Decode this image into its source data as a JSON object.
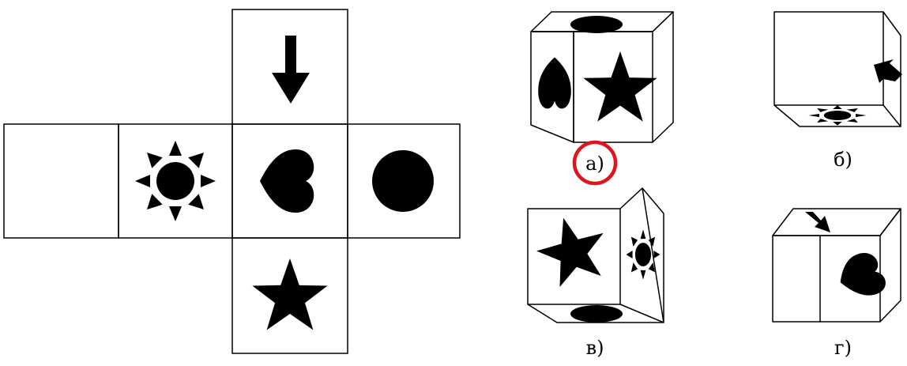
{
  "net": {
    "faces": [
      {
        "id": "top",
        "symbol": "arrow-down"
      },
      {
        "id": "blank",
        "symbol": "none"
      },
      {
        "id": "sun",
        "symbol": "sun"
      },
      {
        "id": "center",
        "symbol": "heart"
      },
      {
        "id": "circle",
        "symbol": "circle"
      },
      {
        "id": "bottom",
        "symbol": "star"
      }
    ]
  },
  "options": [
    {
      "label": "а)",
      "faces": {
        "top": "ellipse",
        "left": "heart",
        "right": "star"
      },
      "selected": true
    },
    {
      "label": "б)",
      "faces": {
        "left": "blank",
        "right": "arrow",
        "bottom": "sun"
      },
      "selected": false
    },
    {
      "label": "в)",
      "faces": {
        "left": "star",
        "right": "sun",
        "bottom": "ellipse"
      },
      "selected": false
    },
    {
      "label": "г)",
      "faces": {
        "top": "arrow",
        "left": "blank",
        "right": "heart"
      },
      "selected": false
    }
  ],
  "highlight_color": "#e0141e"
}
